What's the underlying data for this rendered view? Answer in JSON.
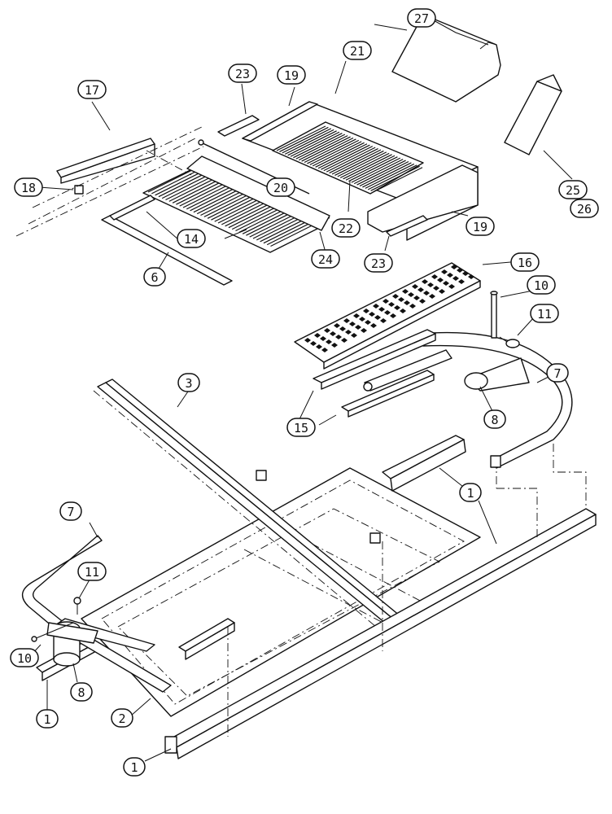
{
  "callouts": [
    {
      "id": "c1a",
      "label": "1"
    },
    {
      "id": "c1b",
      "label": "1"
    },
    {
      "id": "c1c",
      "label": "1"
    },
    {
      "id": "c2",
      "label": "2"
    },
    {
      "id": "c3",
      "label": "3"
    },
    {
      "id": "c6",
      "label": "6"
    },
    {
      "id": "c7a",
      "label": "7"
    },
    {
      "id": "c7b",
      "label": "7"
    },
    {
      "id": "c8a",
      "label": "8"
    },
    {
      "id": "c8b",
      "label": "8"
    },
    {
      "id": "c10a",
      "label": "10"
    },
    {
      "id": "c10b",
      "label": "10"
    },
    {
      "id": "c11a",
      "label": "11"
    },
    {
      "id": "c11b",
      "label": "11"
    },
    {
      "id": "c14",
      "label": "14"
    },
    {
      "id": "c15",
      "label": "15"
    },
    {
      "id": "c16",
      "label": "16"
    },
    {
      "id": "c17",
      "label": "17"
    },
    {
      "id": "c18",
      "label": "18"
    },
    {
      "id": "c19a",
      "label": "19"
    },
    {
      "id": "c19b",
      "label": "19"
    },
    {
      "id": "c20",
      "label": "20"
    },
    {
      "id": "c21",
      "label": "21"
    },
    {
      "id": "c22",
      "label": "22"
    },
    {
      "id": "c23a",
      "label": "23"
    },
    {
      "id": "c23b",
      "label": "23"
    },
    {
      "id": "c24",
      "label": "24"
    },
    {
      "id": "c25",
      "label": "25"
    },
    {
      "id": "c26",
      "label": "26"
    },
    {
      "id": "c27",
      "label": "27"
    }
  ]
}
